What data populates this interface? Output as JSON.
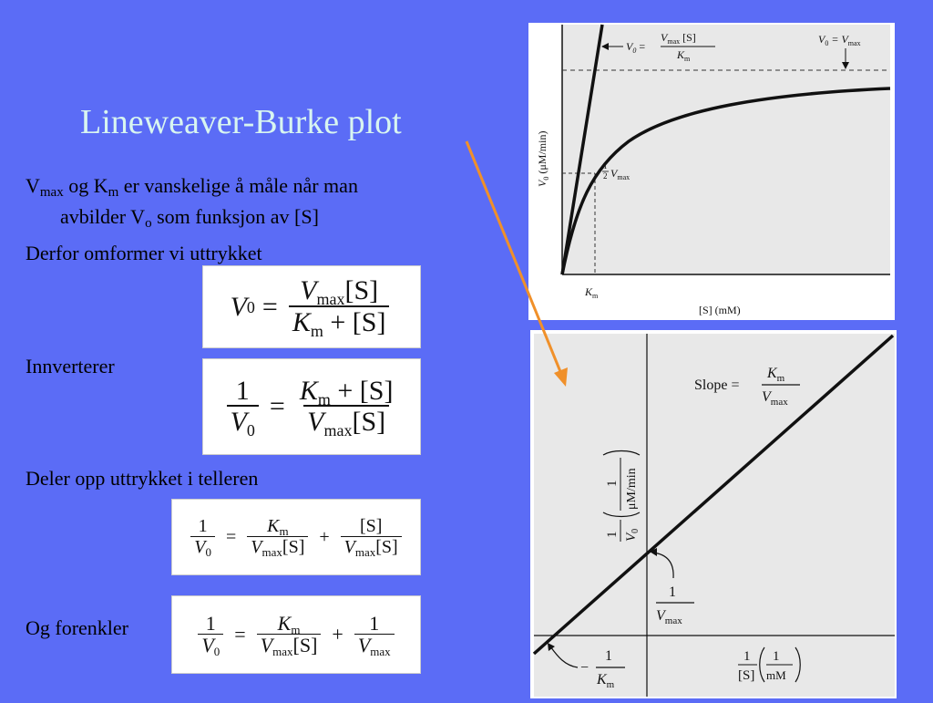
{
  "slide": {
    "title": "Lineweaver-Burke plot",
    "bullet1": {
      "v": "V",
      "v_sub": "max",
      "og": " og K",
      "k_sub": "m",
      "rest": " er vanskelige å måle når man",
      "line2a": "avbilder V",
      "line2_sub": "o",
      "line2b": " som funksjon av ",
      "line2_s": "[S]"
    },
    "derfor": "Derfor omformer vi uttrykket",
    "innverterer": "Innverterer",
    "deler": "Deler opp uttrykket i telleren",
    "forenkler": "Og forenkler"
  },
  "equations": {
    "V": "V",
    "zero": "0",
    "max": "max",
    "K": "K",
    "m": "m",
    "S": "[S]",
    "one": "1",
    "plus": "+",
    "equals": "="
  },
  "mm_plot": {
    "line_label": "V",
    "line_label_sub": "0",
    "line_label_rest": " = ",
    "line_num": "V",
    "line_num_sub": "max",
    "line_num_s": " [S]",
    "line_den": "K",
    "line_den_sub": "m",
    "vmax_label": "V",
    "vmax_sub0": "0",
    "vmax_eq": " = V",
    "vmax_sub": "max",
    "half": "1",
    "half_den": "2",
    "half_v": "V",
    "half_sub": "max",
    "km": "K",
    "km_sub": "m",
    "xlabel": "[S] (mM)",
    "ylabel": "V",
    "ylabel_sub": "0",
    "ylabel_rest": " (μM/min)"
  },
  "lb_plot": {
    "slope_label": "Slope = ",
    "slope_num": "K",
    "slope_num_sub": "m",
    "slope_den": "V",
    "slope_den_sub": "max",
    "y_int_num": "1",
    "y_int_den": "V",
    "y_int_den_sub": "max",
    "x_int_minus": "−",
    "x_int_num": "1",
    "x_int_den": "K",
    "x_int_den_sub": "m",
    "xlabel_num": "1",
    "xlabel_den": "[S]",
    "xlabel_unit_num": "1",
    "xlabel_unit_den": "mM",
    "ylabel_num": "1",
    "ylabel_den": "V",
    "ylabel_den_sub": "0",
    "ylabel_unit_num": "1",
    "ylabel_unit_den": "μM/min"
  },
  "colors": {
    "background": "#5b6cf6",
    "title": "#d8f5f0",
    "arrow": "#f0902a",
    "panel_fill": "#e8e8e8"
  }
}
